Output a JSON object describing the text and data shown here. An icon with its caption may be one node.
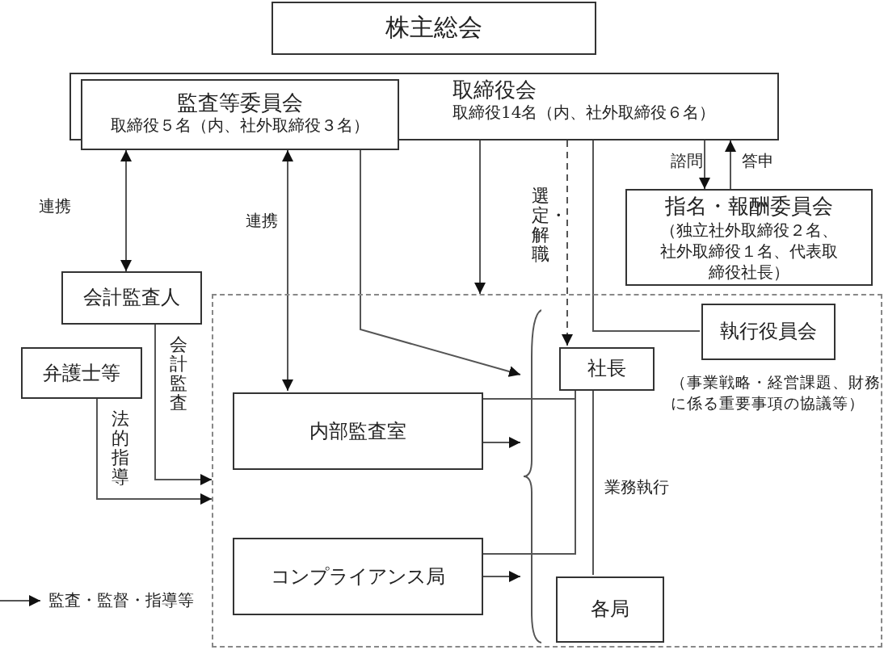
{
  "diagram": {
    "nodes": [
      {
        "text": [
          "株主総会"
        ]
      },
      {
        "text": [
          "取締役会",
          "取締役14名（内、社外取締役６名）"
        ]
      },
      {
        "text": [
          "監査等委員会",
          "取締役５名（内、社外取締役３名）"
        ]
      },
      {
        "text": [
          "指名・報酬委員会",
          "（独立社外取締役２名、社外取締役１名、代表取締役社長）"
        ]
      },
      {
        "text": [
          "会計監査人"
        ]
      },
      {
        "text": [
          "弁護士等"
        ]
      },
      {
        "text": [],
        "shape": "box"
      },
      {
        "text": [
          "内部監査室"
        ],
        "in": 6
      },
      {
        "text": [
          "コンプライアンス局"
        ],
        "in": 6
      },
      {
        "text": [
          "社長"
        ],
        "in": 6
      },
      {
        "text": [
          "執行役員会"
        ],
        "in": 6,
        "beside": [
          "（事業戦略・経営課題、財務に係る重要事項の協議等）"
        ]
      },
      {
        "text": [
          "各局"
        ],
        "in": 6
      },
      {
        "text": [],
        "shape": "brace",
        "in": 6
      }
    ],
    "edges": [
      {
        "from": 2,
        "to": 4,
        "arrow": "both",
        "label": "連携"
      },
      {
        "from": 2,
        "to": 7,
        "arrow": "both",
        "label": "連携"
      },
      {
        "from": 2,
        "to": 12,
        "arrow": "to"
      },
      {
        "from": 1,
        "to": 6,
        "arrow": "to"
      },
      {
        "from": 1,
        "to": 9,
        "arrow": "to",
        "label": "選定・解職",
        "style": "dashed"
      },
      {
        "from": 9,
        "to": 11,
        "arrow": "none",
        "label": "業務執行"
      },
      {
        "from": 1,
        "to": 10,
        "arrow": "none"
      },
      {
        "from": 1,
        "to": 3,
        "arrow": "to",
        "label": "諮問"
      },
      {
        "from": 3,
        "to": 1,
        "arrow": "to",
        "label": "答申"
      },
      {
        "from": 9,
        "to": 7,
        "arrow": "none"
      },
      {
        "from": 9,
        "to": 8,
        "arrow": "none"
      },
      {
        "from": 7,
        "to": 12,
        "arrow": "to"
      },
      {
        "from": 8,
        "to": 12,
        "arrow": "to"
      },
      {
        "from": 4,
        "to": 6,
        "arrow": "to",
        "label": "会計監査"
      },
      {
        "from": 5,
        "to": 6,
        "arrow": "to",
        "label": "法的指導"
      }
    ],
    "legend": [
      {
        "text": "監査・監督・指導等"
      }
    ]
  }
}
